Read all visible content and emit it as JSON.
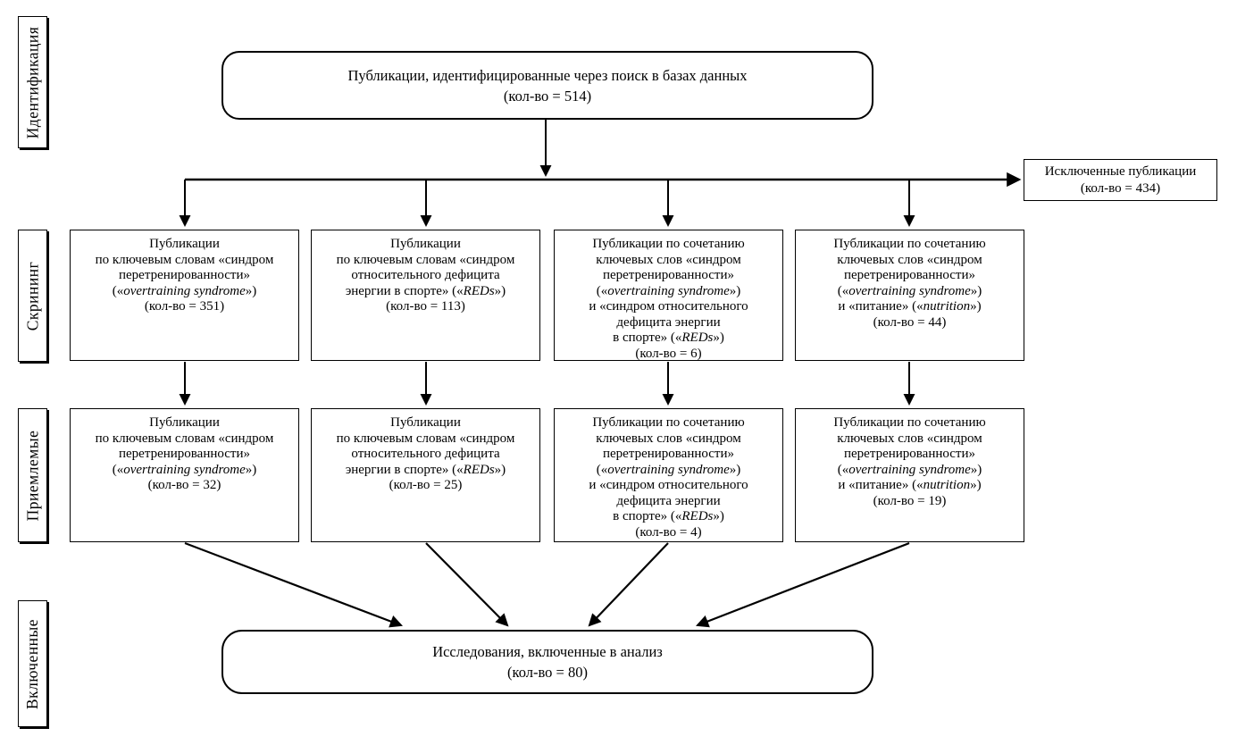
{
  "colors": {
    "background": "#ffffff",
    "line": "#000000",
    "text": "#000000"
  },
  "stage_labels": [
    {
      "label": "Идентификация"
    },
    {
      "label": "Скрининг"
    },
    {
      "label": "Приемлемые"
    },
    {
      "label": "Включенные"
    }
  ],
  "identified_box": {
    "lines": [
      [
        "Публикации, идентифицированные через поиск в базах данных"
      ],
      [
        "(кол-во = 514)"
      ]
    ]
  },
  "excluded_box": {
    "lines": [
      [
        "Исключенные публикации"
      ],
      [
        "(кол-во = 434)"
      ]
    ]
  },
  "screening_boxes": [
    {
      "lines": [
        [
          "Публикации"
        ],
        [
          "по ключевым словам «синдром"
        ],
        [
          "перетренированности»"
        ],
        [
          {
            "t": "(«"
          },
          {
            "t": "overtraining syndrome",
            "i": true
          },
          {
            "t": "»)"
          }
        ],
        [
          "(кол-во = 351)"
        ]
      ]
    },
    {
      "lines": [
        [
          "Публикации"
        ],
        [
          "по ключевым словам «синдром"
        ],
        [
          "относительного дефицита"
        ],
        [
          {
            "t": "энергии в спорте» («"
          },
          {
            "t": "REDs",
            "i": true
          },
          {
            "t": "»)"
          }
        ],
        [
          "(кол-во = 113)"
        ]
      ]
    },
    {
      "lines": [
        [
          "Публикации по сочетанию"
        ],
        [
          "ключевых слов «синдром"
        ],
        [
          "перетренированности»"
        ],
        [
          {
            "t": "(«"
          },
          {
            "t": "overtraining syndrome",
            "i": true
          },
          {
            "t": "»)"
          }
        ],
        [
          "и «синдром относительного"
        ],
        [
          "дефицита энергии"
        ],
        [
          {
            "t": "в спорте» («"
          },
          {
            "t": "REDs",
            "i": true
          },
          {
            "t": "»)"
          }
        ],
        [
          "(кол-во = 6)"
        ]
      ]
    },
    {
      "lines": [
        [
          "Публикации по сочетанию"
        ],
        [
          "ключевых слов «синдром"
        ],
        [
          "перетренированности»"
        ],
        [
          {
            "t": "(«"
          },
          {
            "t": "overtraining syndrome",
            "i": true
          },
          {
            "t": "»)"
          }
        ],
        [
          {
            "t": "и «питание» («"
          },
          {
            "t": "nutrition",
            "i": true
          },
          {
            "t": "»)"
          }
        ],
        [
          "(кол-во = 44)"
        ]
      ]
    }
  ],
  "eligibility_boxes": [
    {
      "lines": [
        [
          "Публикации"
        ],
        [
          "по ключевым словам «синдром"
        ],
        [
          "перетренированности»"
        ],
        [
          {
            "t": "(«"
          },
          {
            "t": "overtraining syndrome",
            "i": true
          },
          {
            "t": "»)"
          }
        ],
        [
          "(кол-во = 32)"
        ]
      ]
    },
    {
      "lines": [
        [
          "Публикации"
        ],
        [
          "по ключевым словам «синдром"
        ],
        [
          "относительного дефицита"
        ],
        [
          {
            "t": "энергии в спорте» («"
          },
          {
            "t": "REDs",
            "i": true
          },
          {
            "t": "»)"
          }
        ],
        [
          "(кол-во = 25)"
        ]
      ]
    },
    {
      "lines": [
        [
          "Публикации по сочетанию"
        ],
        [
          "ключевых слов «синдром"
        ],
        [
          "перетренированности»"
        ],
        [
          {
            "t": "(«"
          },
          {
            "t": "overtraining syndrome",
            "i": true
          },
          {
            "t": "»)"
          }
        ],
        [
          "и «синдром относительного"
        ],
        [
          "дефицита энергии"
        ],
        [
          {
            "t": "в спорте» («"
          },
          {
            "t": "REDs",
            "i": true
          },
          {
            "t": "»)"
          }
        ],
        [
          "(кол-во = 4)"
        ]
      ]
    },
    {
      "lines": [
        [
          "Публикации по сочетанию"
        ],
        [
          "ключевых слов «синдром"
        ],
        [
          "перетренированности»"
        ],
        [
          {
            "t": "(«"
          },
          {
            "t": "overtraining syndrome",
            "i": true
          },
          {
            "t": "»)"
          }
        ],
        [
          {
            "t": "и «питание» («"
          },
          {
            "t": "nutrition",
            "i": true
          },
          {
            "t": "»)"
          }
        ],
        [
          "(кол-во = 19)"
        ]
      ]
    }
  ],
  "included_box": {
    "lines": [
      [
        "Исследования, включенные в анализ"
      ],
      [
        "(кол-во = 80)"
      ]
    ]
  }
}
